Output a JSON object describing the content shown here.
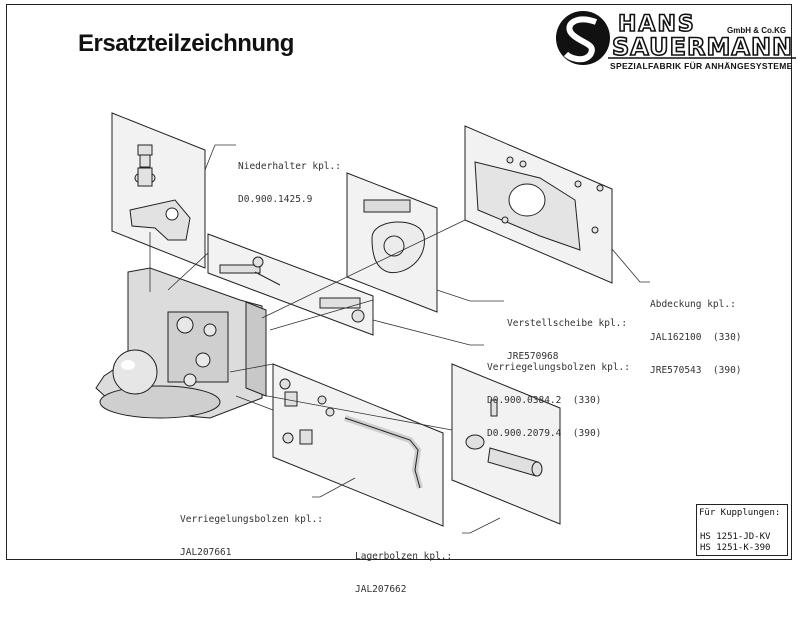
{
  "page": {
    "title": "Ersatzteilzeichnung"
  },
  "logo": {
    "line1": "HANS",
    "line2": "SAUERMANN",
    "suffix": "GmbH & Co.KG",
    "tagline": "SPEZIALFABRIK FÜR ANHÄNGESYSTEME"
  },
  "parts": {
    "niederhalter": {
      "name": "Niederhalter kpl.:",
      "codes": [
        "D0.900.1425.9"
      ]
    },
    "abdeckung": {
      "name": "Abdeckung kpl.:",
      "codes": [
        "JAL162100  (330)",
        "JRE570543  (390)"
      ]
    },
    "verstellscheibe": {
      "name": "Verstellscheibe kpl.:",
      "codes": [
        "JRE570968"
      ]
    },
    "verriegelungsbolzen_1": {
      "name": "Verriegelungsbolzen kpl.:",
      "codes": [
        "D0.900.0384.2  (330)",
        "D0.900.2079.4  (390)"
      ]
    },
    "verriegelungsbolzen_2": {
      "name": "Verriegelungsbolzen kpl.:",
      "codes": [
        "JAL207661"
      ]
    },
    "lagerbolzen": {
      "name": "Lagerbolzen kpl.:",
      "codes": [
        "JAL207662"
      ]
    }
  },
  "couplings": {
    "heading": "Für Kupplungen:",
    "models": [
      "HS 1251-JD-KV",
      "HS 1251-K-390"
    ]
  },
  "colors": {
    "line": "#222222",
    "part_fill": "#d9d9d9",
    "panel_fill": "#f2f2f2",
    "background": "#ffffff"
  }
}
